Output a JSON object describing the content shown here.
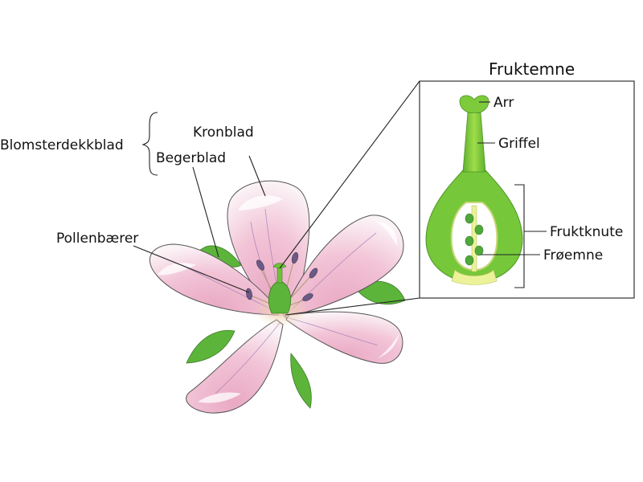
{
  "diagram": {
    "labels": {
      "blomsterdekkblad": "Blomsterdekkblad",
      "kronblad": "Kronblad",
      "begerblad": "Begerblad",
      "pollenbaerer": "Pollenbærer",
      "fruktemne": "Fruktemne",
      "arr": "Arr",
      "griffel": "Griffel",
      "fruktknute": "Fruktknute",
      "froemne": "Frøemne"
    },
    "colors": {
      "petal_pink": "#f2c3d6",
      "petal_white": "#fbf4f7",
      "sepal_green": "#5cb53a",
      "pistil_green": "#76c83a",
      "ovary_inner": "#ecf29a",
      "ovule_green": "#4fa83a",
      "anther_purple": "#6b5a86",
      "center_tan": "#e8c9a4"
    }
  }
}
